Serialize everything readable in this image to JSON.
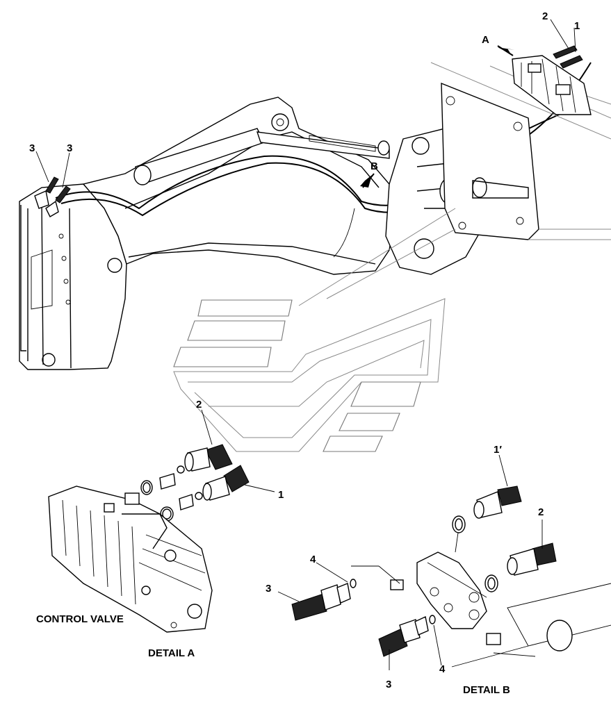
{
  "callouts": {
    "top_2": "2",
    "top_1": "1",
    "view_a": "A",
    "view_b": "B",
    "left_3a": "3",
    "left_3b": "3",
    "mid_2": "2",
    "mid_1": "1",
    "b_12": "1′",
    "b_2": "2",
    "b_4a": "4",
    "b_3a": "3",
    "b_3b": "3",
    "b_4b": "4"
  },
  "captions": {
    "control_valve": "CONTROL VALVE",
    "detail_a": "DETAIL A",
    "detail_b": "DETAIL B"
  }
}
